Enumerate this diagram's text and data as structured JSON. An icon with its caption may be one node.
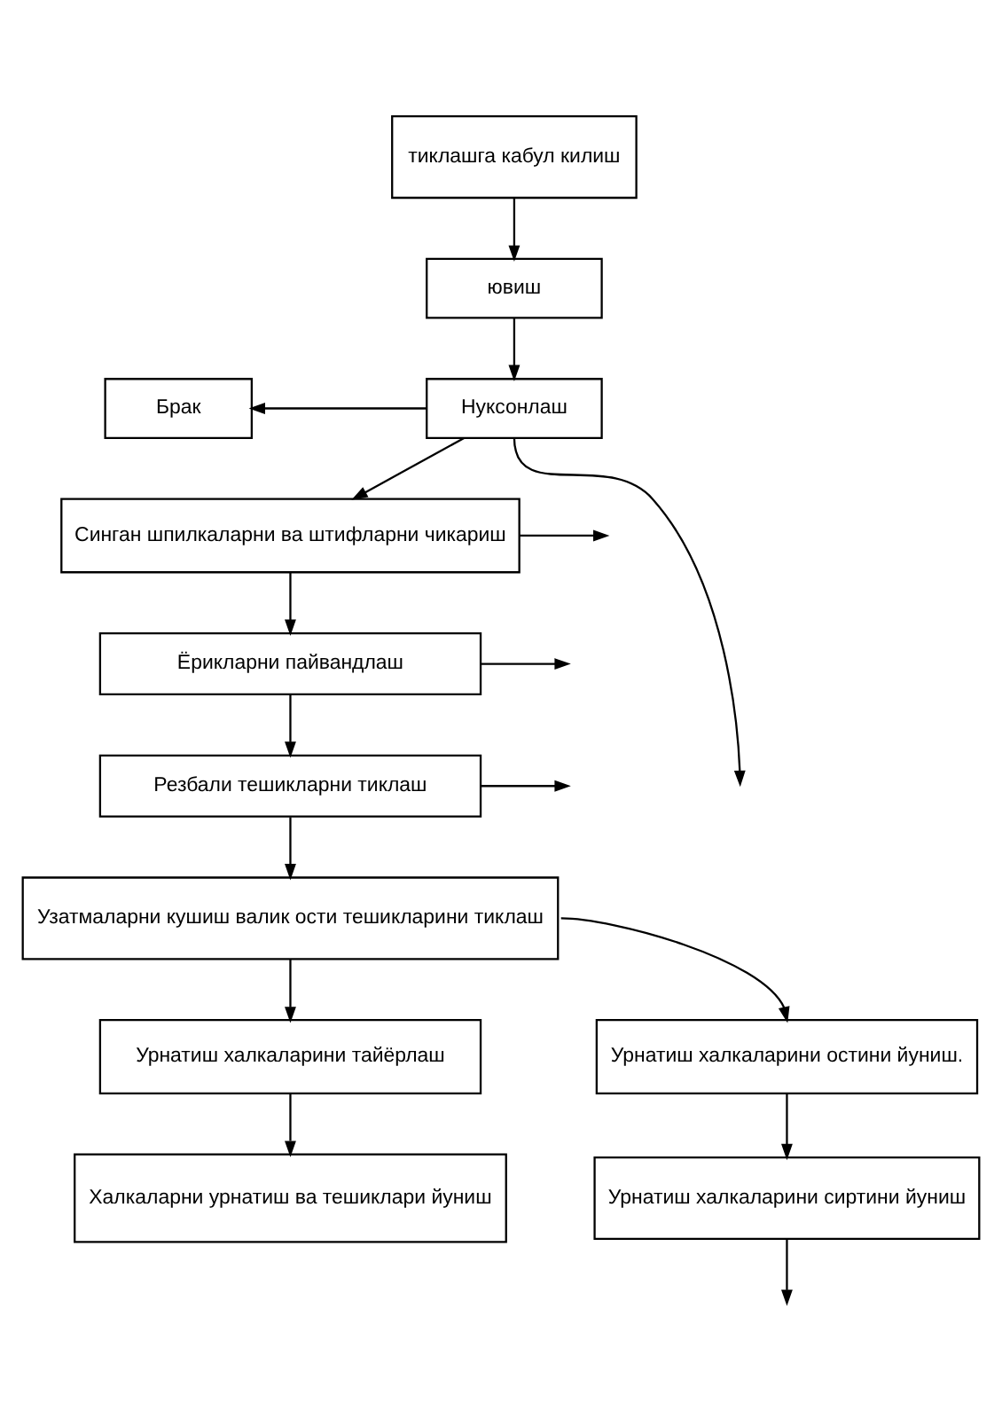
{
  "diagram": {
    "nodes": [
      {
        "text": [
          "тиклашга кабул килиш"
        ]
      },
      {
        "text": [
          "ювиш"
        ]
      },
      {
        "text": [
          "Брак"
        ]
      },
      {
        "text": [
          "Нуксонлаш"
        ]
      },
      {
        "text": [
          "Синган шпилкаларни ва штифларни чикариш"
        ]
      },
      {
        "text": [
          "Ёрикларни пайвандлаш"
        ]
      },
      {
        "text": [
          "Резбали тешикларни тиклаш"
        ]
      },
      {
        "text": [
          "Узатмаларни кушиш валик ости тешикларини тиклаш"
        ]
      },
      {
        "text": [
          "Урнатиш халкаларини остини йуниш."
        ]
      },
      {
        "text": [
          "Урнатиш халкаларини тайёрлаш"
        ]
      },
      {
        "text": [
          "Урнатиш халкаларини сиртини йуниш"
        ]
      },
      {
        "text": [
          "Халкаларни урнатиш ва тешиклари йуниш"
        ]
      }
    ],
    "edges": [
      {
        "from": 0,
        "to": 1,
        "arrow": "to"
      },
      {
        "from": 1,
        "to": 3,
        "arrow": "to"
      },
      {
        "from": 3,
        "to": 2,
        "arrow": "to"
      },
      {
        "from": 3,
        "to": 4,
        "arrow": "to"
      },
      {
        "from": 3,
        "to": null,
        "arrow": "to"
      },
      {
        "from": 4,
        "to": null,
        "arrow": "to"
      },
      {
        "from": 4,
        "to": 5,
        "arrow": "to"
      },
      {
        "from": 5,
        "to": null,
        "arrow": "to"
      },
      {
        "from": 5,
        "to": 6,
        "arrow": "to"
      },
      {
        "from": 6,
        "to": null,
        "arrow": "to"
      },
      {
        "from": 6,
        "to": 7,
        "arrow": "to"
      },
      {
        "from": 7,
        "to": 8,
        "arrow": "to"
      },
      {
        "from": 7,
        "to": 9,
        "arrow": "to"
      },
      {
        "from": 8,
        "to": 10,
        "arrow": "to"
      },
      {
        "from": 9,
        "to": 11,
        "arrow": "to"
      },
      {
        "from": 10,
        "to": null,
        "arrow": "to"
      }
    ]
  }
}
